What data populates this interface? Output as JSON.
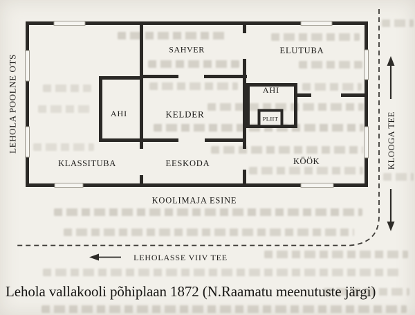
{
  "caption": "Lehola vallakooli põhiplaan 1872 (N.Raamatu meenutuste järgi)",
  "plan": {
    "rooms": {
      "sahver": "SAHVER",
      "elutuba": "ELUTUBA",
      "ahi_left": "AHI",
      "kelder": "KELDER",
      "ahi_right": "AHI",
      "pliit": "PLIIT",
      "klassituba": "KLASSITUBA",
      "eeskoda": "EESKODA",
      "kook": "KÖÖK"
    },
    "labels": {
      "koolimaja_esine": "KOOLIMAJA ESINE",
      "lehola_poolne_ots": "LEHOLA POOLNE OTS",
      "klooga_tee": "KLOOGA TEE",
      "leholasse_viiv_tee": "LEHOLASSE VIIV TEE"
    },
    "colors": {
      "paper": "#f2f0ea",
      "wall": "#2b2926",
      "road_dash": "#3c3a36",
      "text": "#1c1b19"
    }
  }
}
